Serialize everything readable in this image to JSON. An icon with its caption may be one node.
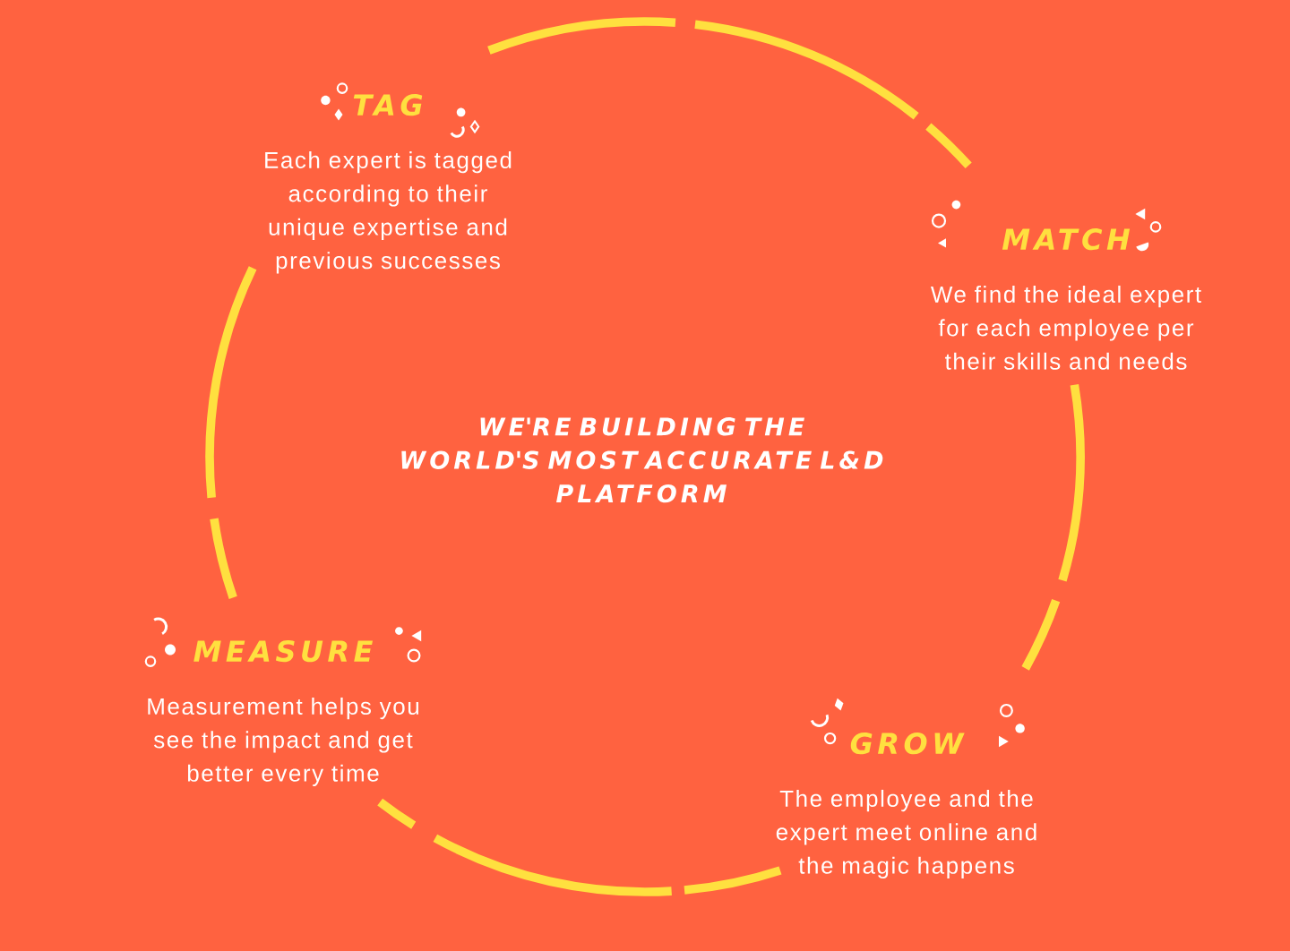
{
  "diagram": {
    "title": "WE'RE BUILDING THE WORLD'S MOST ACCURATE L&D PLATFORM",
    "nodes": [
      {
        "text": [
          "TAG",
          "Each expert is tagged according to their unique expertise and previous successes"
        ]
      },
      {
        "text": [
          "MATCH",
          "We find the ideal expert for each employee per their skills and needs"
        ]
      },
      {
        "text": [
          "MEASURE",
          "Measurement helps you see the impact and get better every time"
        ]
      },
      {
        "text": [
          "GROW",
          "The employee and the expert meet online and the magic happens"
        ]
      }
    ],
    "edges": [
      {
        "from": 0,
        "to": 1,
        "arrow": "none",
        "style": "dashed"
      },
      {
        "from": 1,
        "to": 3,
        "arrow": "none",
        "style": "dashed"
      },
      {
        "from": 3,
        "to": 2,
        "arrow": "none",
        "style": "dashed"
      },
      {
        "from": 2,
        "to": 0,
        "arrow": "none",
        "style": "dashed"
      }
    ]
  }
}
